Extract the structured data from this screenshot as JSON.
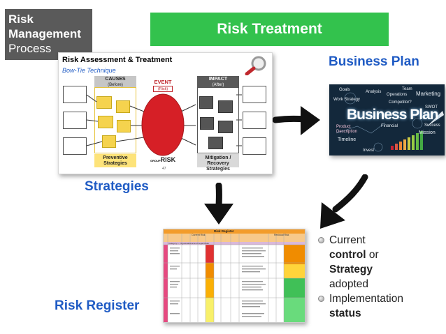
{
  "title_box": {
    "line1": "Risk",
    "line2": "Management",
    "line3": "Process"
  },
  "header": {
    "title": "Risk Treatment"
  },
  "labels": {
    "business_plan": "Business Plan",
    "strategies": "Strategies",
    "risk_register": "Risk Register"
  },
  "bowtie": {
    "title": "Risk Assessment & Treatment",
    "subtitle": "Bow-Tie Technique",
    "causes_title": "CAUSES",
    "causes_sub": "(Before)",
    "event_title": "EVENT",
    "event_sub": "(Risk)",
    "impact_title": "IMPACT",
    "impact_sub": "(After)",
    "preventive_line1": "Preventive",
    "preventive_line2": "Strategies",
    "mitigation_line1": "Mitigation /",
    "mitigation_line2": "Recovery Strategies",
    "logo_small": "GROUP",
    "logo_big": "RISK",
    "page_no": "47"
  },
  "business_plan_image": {
    "headline": "Business Plan",
    "words": [
      "Goals",
      "Analysis",
      "Team",
      "Operations",
      "Marketing",
      "Work Strategy",
      "Competitor?",
      "SWOT",
      "Financial",
      "Product",
      "Description",
      "Success",
      "Timeline",
      "Mission",
      "Invest"
    ]
  },
  "register": {
    "title": "Risk Register",
    "group_left": "Current Risk",
    "group_right": "Residual Risk",
    "columns": [
      "Risk No.",
      "Risk",
      "Likelihood",
      "Impact",
      "Severity",
      "Status",
      "Owner",
      "Date",
      "Mitigation Strategies",
      "Likelihood",
      "Impact",
      "Severity"
    ],
    "category": "Category 1: Organisational and Legal Risks"
  },
  "bullets": [
    {
      "parts": [
        {
          "t": "Current",
          "b": false
        },
        {
          "t": "control",
          "b": true
        },
        {
          "t": " or",
          "b": false
        }
      ]
    },
    {
      "parts": [
        {
          "t": "Strategy",
          "b": true
        }
      ]
    },
    {
      "parts": [
        {
          "t": "adopted",
          "b": false
        }
      ]
    },
    {
      "parts": [
        {
          "t": "Implementation",
          "b": false
        }
      ]
    },
    {
      "parts": [
        {
          "t": "status",
          "b": true
        }
      ]
    }
  ]
}
